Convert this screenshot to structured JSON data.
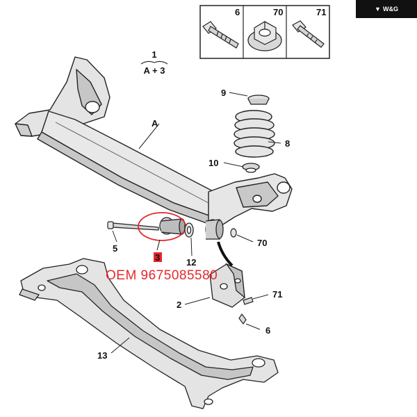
{
  "brand": {
    "logo_icon": "wings-logo-icon",
    "text": "W&G"
  },
  "parts_box": [
    {
      "number": "6",
      "icon": "bolt-icon"
    },
    {
      "number": "70",
      "icon": "flange-nut-icon"
    },
    {
      "number": "71",
      "icon": "bolt-icon"
    }
  ],
  "assembly": {
    "number": "1",
    "formula": "A + 3"
  },
  "labels": {
    "A": "A",
    "p2": "2",
    "p3": "3",
    "p5": "5",
    "p6": "6",
    "p8": "8",
    "p9": "9",
    "p10": "10",
    "p12": "12",
    "p13": "13",
    "p70": "70",
    "p71": "71"
  },
  "oem_text": "OEM  9675085580",
  "colors": {
    "line": "#222222",
    "part_fill": "#e6e6e6",
    "shade": "#c4c4c4",
    "highlight": "#e8262b",
    "brand_bg": "#111111"
  }
}
